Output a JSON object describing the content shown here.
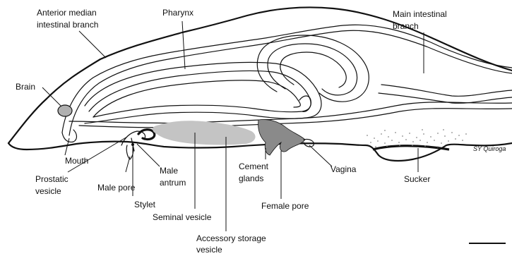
{
  "labels": {
    "anterior_median_intestinal_branch": [
      "Anterior median",
      "intestinal branch"
    ],
    "pharynx": "Pharynx",
    "main_intestinal_branch": [
      "Main intestinal",
      "branch"
    ],
    "brain": "Brain",
    "mouth": "Mouth",
    "prostatic_vesicle": [
      "Prostatic",
      "vesicle"
    ],
    "male_pore": "Male pore",
    "male_antrum": [
      "Male",
      "antrum"
    ],
    "stylet": "Stylet",
    "seminal_vesicle": "Seminal vesicle",
    "accessory_storage_vesicle": [
      "Accessory storage",
      "vesicle"
    ],
    "cement_glands": [
      "Cement",
      "glands"
    ],
    "female_pore": "Female pore",
    "vagina": "Vagina",
    "sucker": "Sucker"
  },
  "signature": "SY Quiroga",
  "colors": {
    "ink": "#111111",
    "accessory_storage_vesicle_fill": "#c4c4c4",
    "cement_glands_fill": "#8a8a8a",
    "seminal_vesicle_fill": "#ffffff"
  }
}
